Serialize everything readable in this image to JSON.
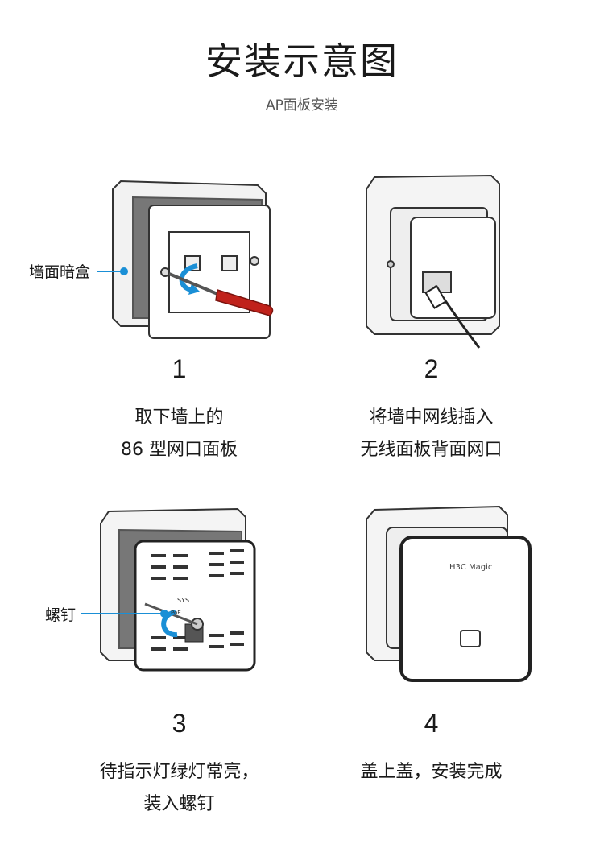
{
  "header": {
    "title": "安装示意图",
    "subtitle": "AP面板安装"
  },
  "steps": [
    {
      "number": "1",
      "lines": [
        "取下墙上的",
        "86 型网口面板"
      ]
    },
    {
      "number": "2",
      "lines": [
        "将墙中网线插入",
        "无线面板背面网口"
      ]
    },
    {
      "number": "3",
      "lines": [
        "待指示灯绿灯常亮，",
        "装入螺钉"
      ]
    },
    {
      "number": "4",
      "lines": [
        "盖上盖，安装完成"
      ]
    }
  ],
  "callouts": {
    "wall_box": "墙面暗盒",
    "screw": "螺钉"
  },
  "device_labels": {
    "brand": "H3C Magic",
    "sys": "SYS",
    "poe": "PoE"
  },
  "colors": {
    "callout_line": "#1a8fd6",
    "screwdriver_handle": "#c0221b",
    "arrow": "#1a8fd6"
  }
}
